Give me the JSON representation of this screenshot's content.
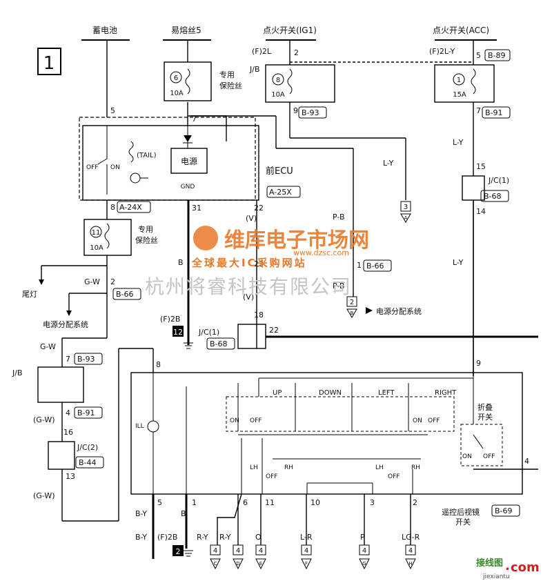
{
  "page_number": "1",
  "top_labels": {
    "battery": "蓄电池",
    "fusible_link": "易熔丝5",
    "ignition_ig1": "点火开关(IG1)",
    "ignition_acc": "点火开关(ACC)"
  },
  "connectors": {
    "f2l": "(F)2L",
    "f2l_y": "(F)2L-Y",
    "f2b_a": "(F)2B",
    "f2b_b": "(F)2B",
    "b89": "B-89",
    "b93_a": "B-93",
    "b91_a": "B-91",
    "b68_a": "B-68",
    "a24x": "A-24X",
    "a25x": "A-25X",
    "b66_a": "B-66",
    "b66_b": "B-66",
    "b68_b": "B-68",
    "b93_b": "B-93",
    "b91_b": "B-91",
    "b44": "B-44",
    "b69": "B-69"
  },
  "fuses": {
    "f6_num": "6",
    "f6_amp": "10A",
    "f8_num": "8",
    "f8_amp": "10A",
    "f1_num": "1",
    "f1_amp": "15A",
    "f11_num": "11",
    "f11_amp": "10A",
    "dedicated_fuse": "专用",
    "dedicated_fuse2": "保险丝",
    "dedicated_fuse_b": "专用",
    "dedicated_fuse2_b": "保险丝"
  },
  "boxes": {
    "jb_a": "J/B",
    "jb_b": "J/B",
    "jc1_a": "J/C(1)",
    "jc1_b": "J/C(1)",
    "jc2": "J/C(2)",
    "front_ecu": "前ECU",
    "power": "电源",
    "tail": "(TAIL)",
    "off": "OFF",
    "on": "ON",
    "gnd": "GND",
    "ill": "ILL"
  },
  "pins": {
    "p2": "2",
    "p5a": "5",
    "p5b": "5",
    "p7a": "7",
    "p9a": "9",
    "p7b": "7",
    "p15": "15",
    "p14": "14",
    "p8a": "8",
    "p31": "31",
    "p22a": "22",
    "p2b": "2",
    "p23": "23",
    "p1a": "1",
    "p18": "18",
    "p22b": "22",
    "p7c": "7",
    "p4a": "4",
    "p16": "16",
    "p13": "13",
    "p8b": "8",
    "p9b": "9",
    "p5c": "5",
    "p1b": "1",
    "p6": "6",
    "p11": "11",
    "p10": "10",
    "p3": "3",
    "p2c": "2",
    "p4b": "4"
  },
  "wire_colors": {
    "ly1": "L-Y",
    "ly2": "L-Y",
    "ly3": "L-Y",
    "pb1": "P-B",
    "pb2": "P-B",
    "v1": "(V)",
    "v2": "(V)",
    "b1": "B",
    "gw1": "G-W",
    "gw2": "G-W",
    "gw3": "(G-W)",
    "gw4": "(G-W)",
    "by1": "B-Y",
    "by2": "B-Y",
    "b2": "B",
    "ry1": "R-Y",
    "ry2": "R-Y",
    "o": "O",
    "lr": "L-R",
    "p": "P",
    "lgr": "LG-R"
  },
  "destinations": {
    "tail_light": "尾灯",
    "power_dist1": "电源分配系统",
    "power_dist2": "电源分配系统"
  },
  "ground_nums": {
    "g12": "12",
    "g2": "2"
  },
  "page_refs": {
    "r3": "3",
    "rA": "A",
    "r2": "2",
    "rB": "B",
    "c4": "4",
    "cC": "C",
    "d4": "4",
    "dD": "D",
    "e4": "4",
    "eE": "E",
    "f4": "4",
    "fF": "F",
    "g4": "4",
    "gG": "G",
    "h4": "4",
    "hH": "H"
  },
  "switch": {
    "up": "UP",
    "down": "DOWN",
    "left": "LEFT",
    "right": "RIGHT",
    "on_l": "ON",
    "off_l": "OFF",
    "on_r": "ON",
    "off_r": "OFF",
    "fold": "折叠",
    "fold2": "开关",
    "fold_on": "ON",
    "fold_off": "OFF",
    "lh1": "LH",
    "rh1": "RH",
    "lh2": "LH",
    "rh2": "RH",
    "off_c1": "OFF",
    "off_c2": "OFF",
    "name1": "遥控后视镜",
    "name2": "开关"
  },
  "watermark": {
    "logo_text": "维库电子市场网",
    "url": "www.dzsc.com",
    "slogan": "全球最大IC采购网站",
    "company": "杭州将睿科技有限公司",
    "corner_cn": "接线图",
    "corner_dot": ".",
    "corner_com": "com",
    "corner_url": "jiexiantu"
  }
}
